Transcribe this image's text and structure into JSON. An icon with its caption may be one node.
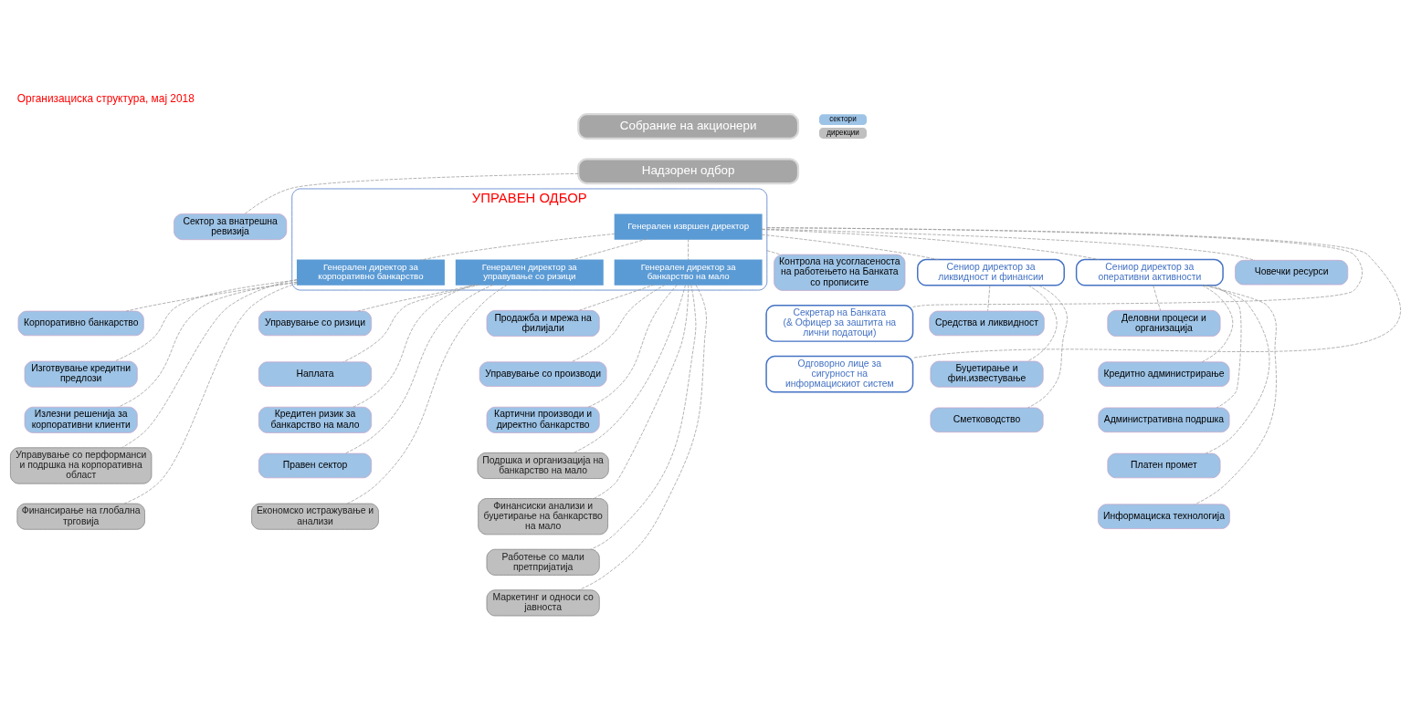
{
  "diagram": {
    "title": "Организациска структура, мај 2018",
    "nodes": [
      {
        "text": [
          "Собрание на акционери"
        ]
      },
      {
        "text": [
          "Надзорен одбор"
        ]
      },
      {
        "text": [
          "Сектор за внатрешна ревизија"
        ]
      },
      {
        "text": [
          "УПРАВЕН ОДБОР"
        ]
      },
      {
        "text": [
          "Генерален извршен директор"
        ],
        "in": 3
      },
      {
        "text": [
          "Генерален директор за корпоративно банкарство"
        ],
        "in": 3
      },
      {
        "text": [
          "Генерален директор за управување со ризици"
        ],
        "in": 3
      },
      {
        "text": [
          "Генерален директор за банкарство на мало"
        ],
        "in": 3
      },
      {
        "text": [
          "Контрола на усогласеноста на работењето на Банката со прописите"
        ]
      },
      {
        "text": [
          "Корпоративно банкарство"
        ]
      },
      {
        "text": [
          "Изготвување кредитни предлози"
        ]
      },
      {
        "text": [
          "Излезни решенија за корпоративни клиенти"
        ]
      },
      {
        "text": [
          "Управување со перформанси и подршка на корпоративна област"
        ]
      },
      {
        "text": [
          "Финансирање на глобална трговија"
        ]
      },
      {
        "text": [
          "Сениор директор за ликвидност и финансии"
        ]
      },
      {
        "text": [
          "Средства и ликвидност"
        ]
      },
      {
        "text": [
          "Буџетирање и фин.известување"
        ]
      },
      {
        "text": [
          "Сметководство"
        ]
      },
      {
        "text": [
          "Сениор директор за оперативни активности"
        ]
      },
      {
        "text": [
          "Деловни процеси и организација"
        ]
      },
      {
        "text": [
          "Кредитно администрирање"
        ]
      },
      {
        "text": [
          "Административна подршка"
        ]
      },
      {
        "text": [
          "Платен промет"
        ]
      },
      {
        "text": [
          "Информациска технологија"
        ]
      },
      {
        "text": [
          "Човечки ресурси"
        ]
      },
      {
        "text": [
          "Управување со ризици"
        ]
      },
      {
        "text": [
          "Наплата"
        ]
      },
      {
        "text": [
          "Кредитен ризик за банкарство на мало"
        ]
      },
      {
        "text": [
          "Правен сектор"
        ]
      },
      {
        "text": [
          "Економско истражување и анализи"
        ]
      },
      {
        "text": [
          "Продажба и мрежа на филијали"
        ]
      },
      {
        "text": [
          "Управување со производи"
        ]
      },
      {
        "text": [
          "Картични производи и директно банкарство"
        ]
      },
      {
        "text": [
          "Подршка и организација на банкарство на мало"
        ]
      },
      {
        "text": [
          "Финансиски анализи и буџетирање на банкарство на мало"
        ]
      },
      {
        "text": [
          "Работење со мали претпријатија"
        ]
      },
      {
        "text": [
          "Маркетинг и односи со јавноста"
        ]
      },
      {
        "text": [
          "Секретар на Банката",
          "(& Офицер за заштита на лични податоци)"
        ]
      },
      {
        "text": [
          "Одговорно лице за сигурност на информацискиот систем"
        ]
      }
    ],
    "edges": [
      {
        "from": 1,
        "to": 2,
        "arrow": "none",
        "style": "dashed"
      },
      {
        "from": 3,
        "to": 8,
        "arrow": "none",
        "style": "dashed"
      },
      {
        "from": 3,
        "to": 37,
        "arrow": "none",
        "style": "dashed"
      },
      {
        "from": 3,
        "to": 38,
        "arrow": "none",
        "style": "dashed"
      },
      {
        "from": 4,
        "to": 5,
        "arrow": "none",
        "style": "dashed"
      },
      {
        "from": 4,
        "to": 6,
        "arrow": "none",
        "style": "dashed"
      },
      {
        "from": 4,
        "to": 7,
        "arrow": "none",
        "style": "dashed"
      },
      {
        "from": 4,
        "to": 14,
        "arrow": "none",
        "style": "dashed"
      },
      {
        "from": 4,
        "to": 18,
        "arrow": "none",
        "style": "dashed"
      },
      {
        "from": 4,
        "to": 24,
        "arrow": "none",
        "style": "dashed"
      },
      {
        "from": 5,
        "to": 9,
        "arrow": "none",
        "style": "dashed"
      },
      {
        "from": 5,
        "to": 10,
        "arrow": "none",
        "style": "dashed"
      },
      {
        "from": 5,
        "to": 11,
        "arrow": "none",
        "style": "dashed"
      },
      {
        "from": 5,
        "to": 12,
        "arrow": "none",
        "style": "dashed"
      },
      {
        "from": 5,
        "to": 13,
        "arrow": "none",
        "style": "dashed"
      },
      {
        "from": 14,
        "to": 15,
        "arrow": "none",
        "style": "dashed"
      },
      {
        "from": 14,
        "to": 16,
        "arrow": "none",
        "style": "dashed"
      },
      {
        "from": 14,
        "to": 17,
        "arrow": "none",
        "style": "dashed"
      },
      {
        "from": 18,
        "to": 19,
        "arrow": "none",
        "style": "dashed"
      },
      {
        "from": 18,
        "to": 20,
        "arrow": "none",
        "style": "dashed"
      },
      {
        "from": 18,
        "to": 21,
        "arrow": "none",
        "style": "dashed"
      },
      {
        "from": 18,
        "to": 22,
        "arrow": "none",
        "style": "dashed"
      },
      {
        "from": 18,
        "to": 23,
        "arrow": "none",
        "style": "dashed"
      },
      {
        "from": 6,
        "to": 25,
        "arrow": "none",
        "style": "dashed"
      },
      {
        "from": 6,
        "to": 26,
        "arrow": "none",
        "style": "dashed"
      },
      {
        "from": 6,
        "to": 27,
        "arrow": "none",
        "style": "dashed"
      },
      {
        "from": 6,
        "to": 28,
        "arrow": "none",
        "style": "dashed"
      },
      {
        "from": 6,
        "to": 29,
        "arrow": "none",
        "style": "dashed"
      },
      {
        "from": 7,
        "to": 30,
        "arrow": "none",
        "style": "dashed"
      },
      {
        "from": 7,
        "to": 31,
        "arrow": "none",
        "style": "dashed"
      },
      {
        "from": 7,
        "to": 32,
        "arrow": "none",
        "style": "dashed"
      },
      {
        "from": 7,
        "to": 33,
        "arrow": "none",
        "style": "dashed"
      },
      {
        "from": 7,
        "to": 34,
        "arrow": "none",
        "style": "dashed"
      },
      {
        "from": 7,
        "to": 35,
        "arrow": "none",
        "style": "dashed"
      },
      {
        "from": 7,
        "to": 36,
        "arrow": "none",
        "style": "dashed"
      }
    ],
    "legend": [
      {
        "text": "сектори",
        "color": "#9dc3e6"
      },
      {
        "text": "дирекции",
        "color": "#bfbfbf"
      }
    ]
  }
}
